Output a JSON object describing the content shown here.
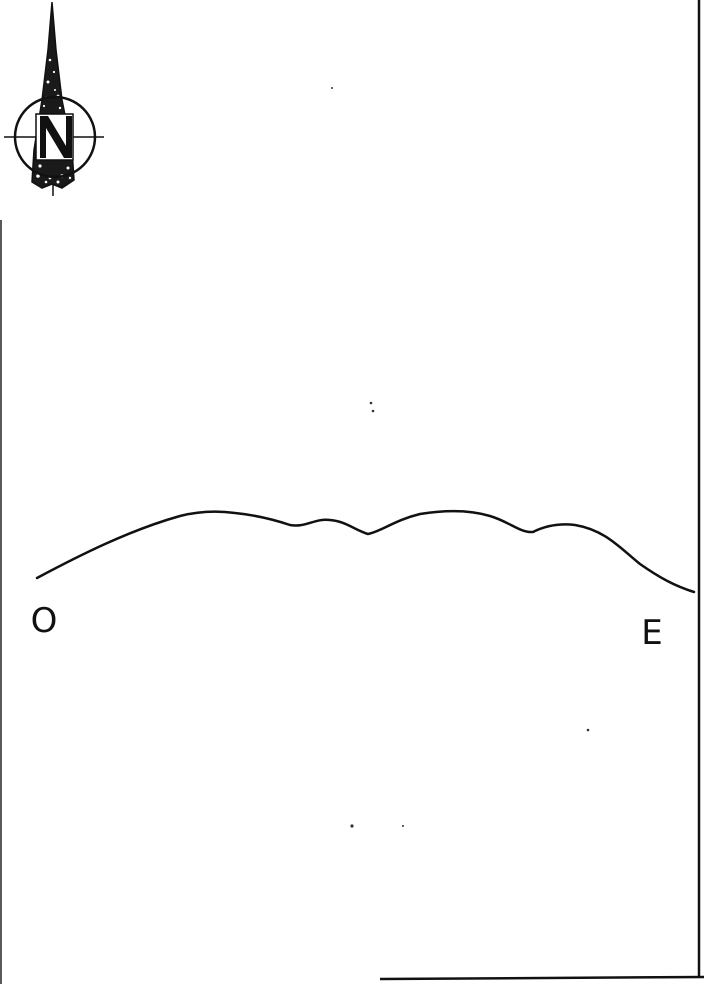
{
  "figure": {
    "compass": {
      "letter": "N",
      "icon": "north-arrow-compass-icon"
    },
    "profile_labels": {
      "left": "O",
      "right": "E"
    },
    "colors": {
      "ink": "#111111",
      "paper": "#ffffff"
    }
  }
}
